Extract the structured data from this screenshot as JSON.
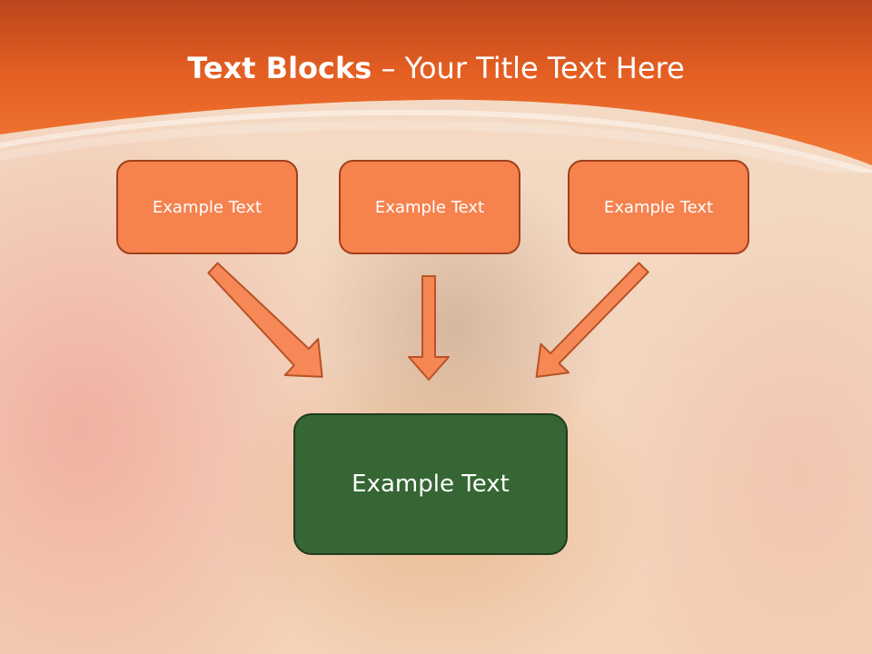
{
  "slide": {
    "title_bold": "Text Blocks",
    "title_rest": " – Your Title Text Here",
    "blocks": [
      {
        "label": "Example Text"
      },
      {
        "label": "Example Text"
      },
      {
        "label": "Example Text"
      }
    ],
    "center_block": {
      "label": "Example Text"
    }
  },
  "colors": {
    "header_orange": "#ef6a2a",
    "block_fill": "#f6824e",
    "block_border": "#a1401b",
    "center_fill": "#356634",
    "arrow_fill": "#f6824e",
    "arrow_stroke": "#b85226"
  }
}
